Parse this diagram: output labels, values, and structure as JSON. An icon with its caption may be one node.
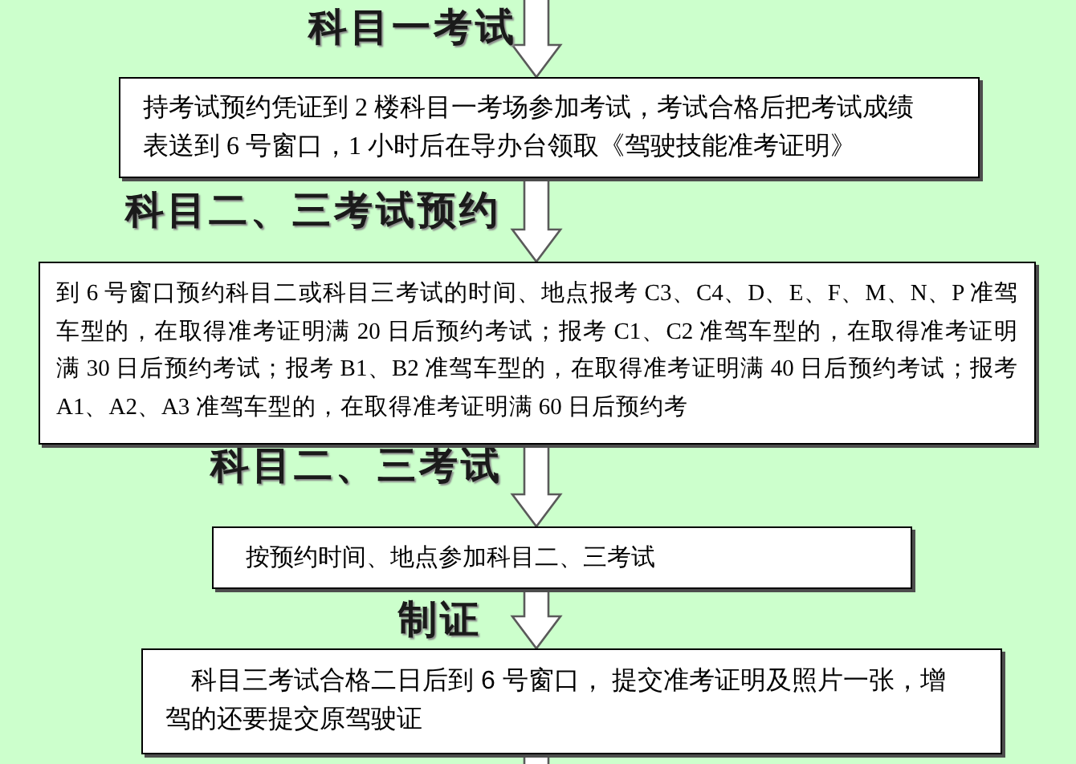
{
  "diagram": {
    "nodes": [
      {
        "text": [
          "持考试预约凭证到 2 楼科目一考场参加考试，考试合格后把考试成绩表送到 6 号窗口，1 小时后在导办台领取《驾驶技能准考证明》"
        ]
      },
      {
        "text": [
          "到 6 号窗口预约科目二或科目三考试的时间、地点报考 C3、C4、D、E、F、M、N、P 准驾车型的，在取得准考证明满 20 日后预约考试；报考 C1、C2 准驾车型的，在取得准考证明满 30 日后预约考试；报考 B1、B2 准驾车型的，在取得准考证明满 40 日后预约考试；报考 A1、A2、A3 准驾车型的，在取得准考证明满 60 日后预约考"
        ]
      },
      {
        "text": [
          "按预约时间、地点参加科目二、三考试"
        ]
      },
      {
        "text": [
          "科目三考试合格二日后到 6 号窗口， 提交准考证明及照片一张，增驾的还要提交原驾驶证"
        ]
      }
    ],
    "edges": [
      {
        "from": null,
        "to": 0,
        "arrow": "to",
        "label": "科目一考试"
      },
      {
        "from": 0,
        "to": 1,
        "arrow": "to",
        "label": "科目二、三考试预约"
      },
      {
        "from": 1,
        "to": 2,
        "arrow": "to",
        "label": "科目二、三考试"
      },
      {
        "from": 2,
        "to": 3,
        "arrow": "to",
        "label": "制证"
      },
      {
        "from": 3,
        "to": null,
        "arrow": "none"
      }
    ]
  }
}
